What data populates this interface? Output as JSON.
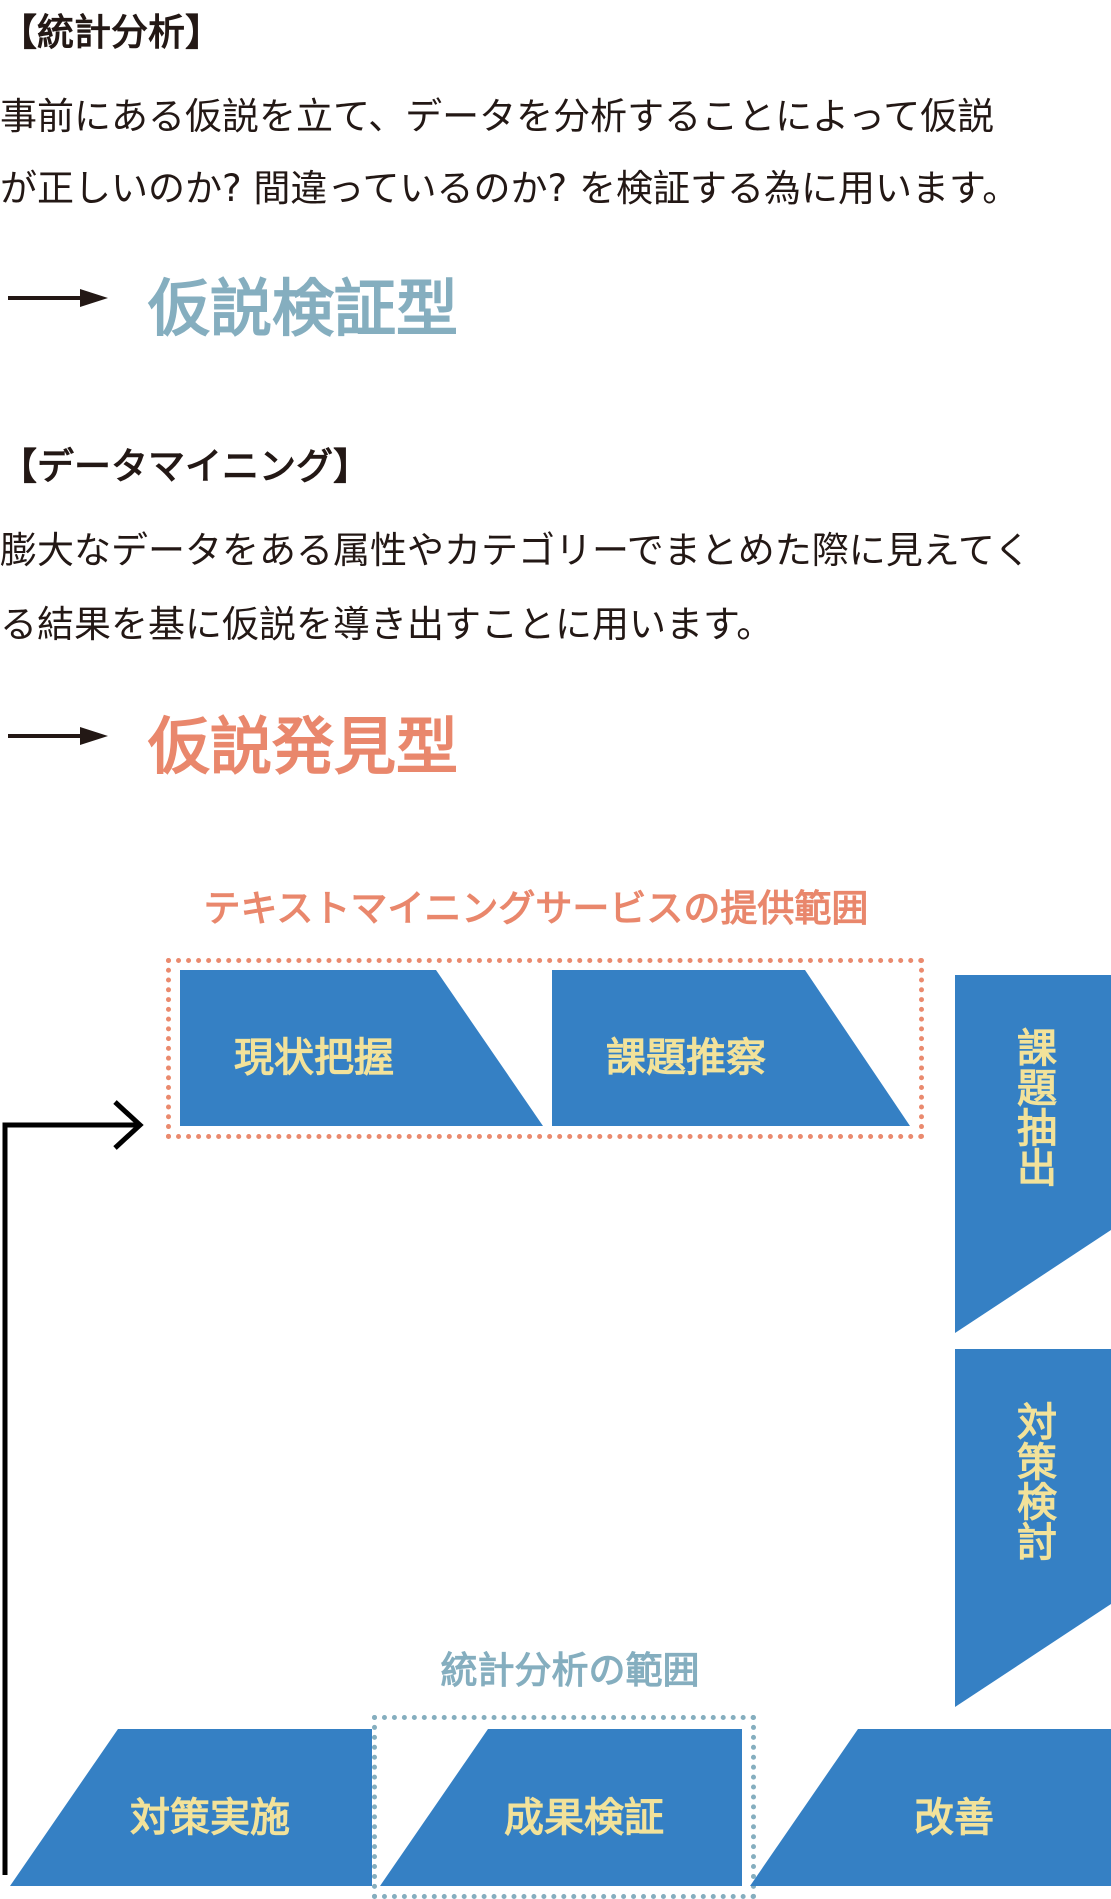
{
  "colors": {
    "text": "#231815",
    "box_fill": "#3580c4",
    "box_label": "#f2e29a",
    "verification_accent": "#85aebf",
    "discovery_accent": "#e9876c",
    "text_mining_border": "#ea8a6e",
    "statistics_border": "#85aebf"
  },
  "statistical_analysis": {
    "heading": "【統計分析】",
    "line1": "事前にある仮説を立て、データを分析することによって仮説",
    "line2": "が正しいのか? 間違っているのか? を検証する為に用います。",
    "result": "仮説検証型"
  },
  "data_mining": {
    "heading": "【データマイニング】",
    "line1": "膨大なデータをある属性やカテゴリーでまとめた際に見えてく",
    "line2": "る結果を基に仮説を導き出すことに用います。",
    "result": "仮説発見型"
  },
  "diagram": {
    "text_mining_scope_title": "テキストマイニングサービスの提供範囲",
    "statistics_scope_title": "統計分析の範囲",
    "steps": {
      "current_state": "現状把握",
      "issue_inference": "課題推察",
      "issue_extraction": "課題抽出",
      "countermeasure_review": "対策検討",
      "countermeasure_execution": "対策実施",
      "result_verification": "成果検証",
      "improvement": "改善"
    }
  }
}
